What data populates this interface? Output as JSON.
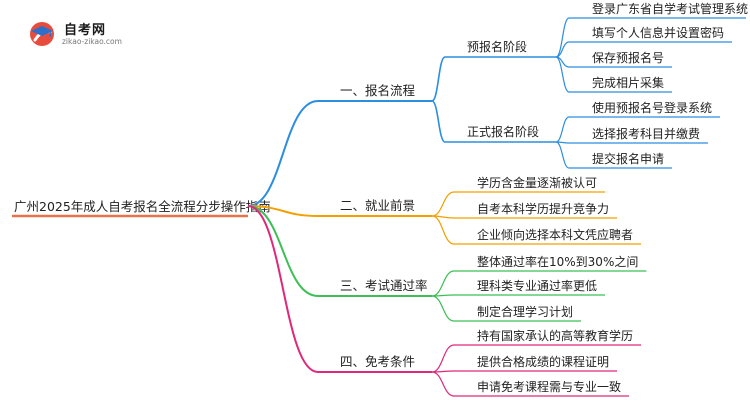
{
  "logo": {
    "title": "自考网",
    "url": "zikao-zikao.com"
  },
  "colors": {
    "root": "#e8734a",
    "branch1": "#2d8de0",
    "branch2": "#f2a000",
    "branch3": "#3cbf55",
    "branch4": "#e0287a"
  },
  "root": "广州2025年成人自考报名全流程分步操作指南",
  "branches": [
    {
      "label": "一、报名流程",
      "children": [
        {
          "label": "预报名阶段",
          "children": [
            "登录广东省自学考试管理系统",
            "填写个人信息并设置密码",
            "保存预报名号",
            "完成相片采集"
          ]
        },
        {
          "label": "正式报名阶段",
          "children": [
            "使用预报名号登录系统",
            "选择报考科目并缴费",
            "提交报名申请"
          ]
        }
      ]
    },
    {
      "label": "二、就业前景",
      "children": [
        "学历含金量逐渐被认可",
        "自考本科学历提升竞争力",
        "企业倾向选择本科文凭应聘者"
      ]
    },
    {
      "label": "三、考试通过率",
      "children": [
        "整体通过率在10%到30%之间",
        "理科类专业通过率更低",
        "制定合理学习计划"
      ]
    },
    {
      "label": "四、免考条件",
      "children": [
        "持有国家承认的高等教育学历",
        "提供合格成绩的课程证明",
        "申请免考课程需与专业一致"
      ]
    }
  ]
}
